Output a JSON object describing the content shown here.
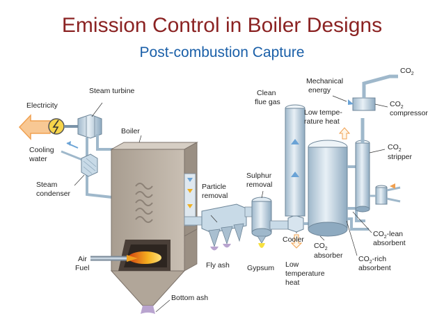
{
  "title": "Emission Control in Boiler Designs",
  "subtitle": "Post-combustion Capture",
  "colors": {
    "title": "#8b2323",
    "subtitle": "#1a5fa8",
    "equipment": "#b9cedd",
    "boiler": "#b3a99c",
    "flame": "#f0a020",
    "arrow": "#f5b266",
    "ash": "#b9a4cf"
  },
  "labels": {
    "electricity": "Electricity",
    "steam_turbine": "Steam turbine",
    "boiler": "Boiler",
    "cooling_water": [
      "Cooling",
      "water"
    ],
    "steam_condenser": [
      "Steam",
      "condenser"
    ],
    "particle_removal": [
      "Particle",
      "removal"
    ],
    "sulphur_removal": [
      "Sulphur",
      "removal"
    ],
    "clean_flue_gas": [
      "Clean",
      "flue gas"
    ],
    "mechanical_energy": [
      "Mechanical",
      "energy"
    ],
    "low_temperature_heat_top": [
      "Low tempe-",
      "rature heat"
    ],
    "co2_top": "CO",
    "co2_compressor": "compressor",
    "co2_stripper": "stripper",
    "co2_absorber": "absorber",
    "co2_lean": "-lean",
    "co2_lean_absorbent": "absorbent",
    "co2_rich": "-rich",
    "co2_rich_absorbent": "absorbent",
    "co2_prefix": "CO",
    "co2_subscript": "2",
    "air": "Air",
    "fuel": "Fuel",
    "fly_ash": "Fly ash",
    "gypsum": "Gypsum",
    "cooler": "Cooler",
    "low_temperature_heat_bottom": [
      "Low",
      "temperature",
      "heat"
    ],
    "bottom_ash": "Bottom ash"
  }
}
